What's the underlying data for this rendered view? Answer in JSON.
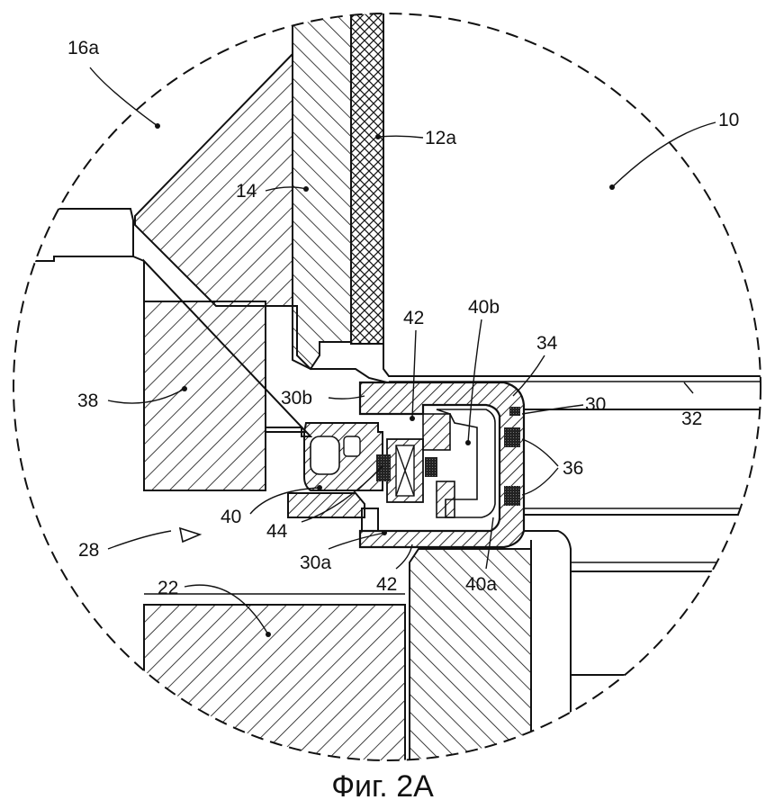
{
  "caption": "Фиг. 2А",
  "labels": {
    "l16a": "16a",
    "l12a": "12a",
    "l10": "10",
    "l14": "14",
    "l42top": "42",
    "l40b": "40b",
    "l34": "34",
    "l38": "38",
    "l30b": "30b",
    "l30": "30",
    "l32": "32",
    "l36": "36",
    "l40": "40",
    "l44": "44",
    "l28": "28",
    "l30a": "30a",
    "l42bot": "42",
    "l40a": "40a",
    "l22": "22"
  }
}
